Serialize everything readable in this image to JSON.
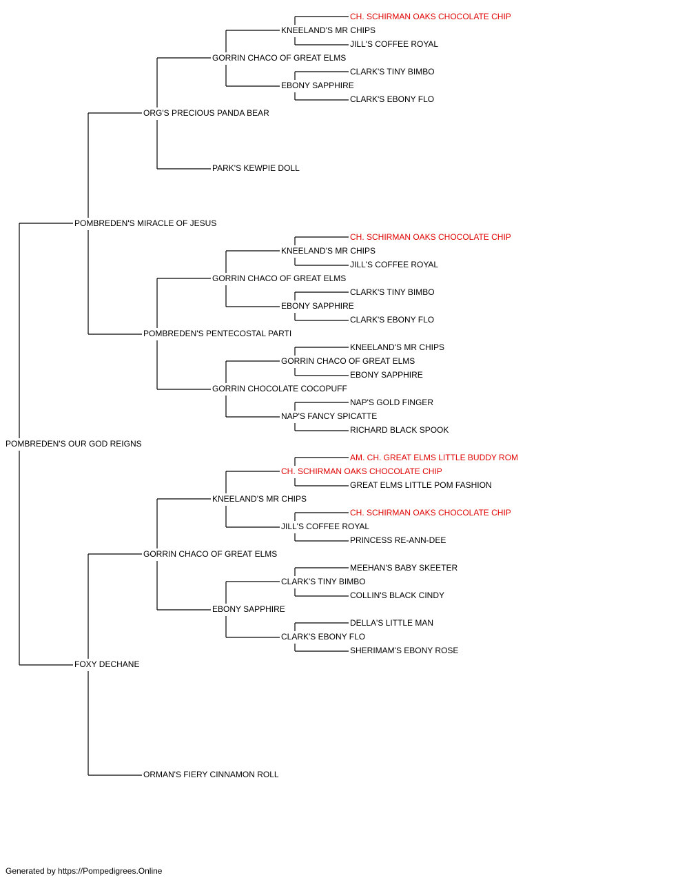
{
  "colors": {
    "line": "#000000",
    "text": "#000000",
    "champion": "#e00000"
  },
  "pedigree": {
    "name": "POMBREDEN'S OUR GOD REIGNS",
    "sire": {
      "name": "POMBREDEN'S MIRACLE OF JESUS",
      "sire": {
        "name": "ORG'S PRECIOUS PANDA BEAR",
        "sire": {
          "name": "GORRIN CHACO OF GREAT ELMS",
          "sire": {
            "name": "KNEELAND'S MR CHIPS",
            "sire": {
              "name": "CH. SCHIRMAN OAKS CHOCOLATE CHIP",
              "champion": true
            },
            "dam": {
              "name": "JILL'S COFFEE ROYAL"
            }
          },
          "dam": {
            "name": "EBONY SAPPHIRE",
            "sire": {
              "name": "CLARK'S TINY BIMBO"
            },
            "dam": {
              "name": "CLARK'S EBONY FLO"
            }
          }
        },
        "dam": {
          "name": "PARK'S KEWPIE DOLL"
        }
      },
      "dam": {
        "name": "POMBREDEN'S PENTECOSTAL PARTI",
        "sire": {
          "name": "GORRIN CHACO OF GREAT ELMS",
          "sire": {
            "name": "KNEELAND'S MR CHIPS",
            "sire": {
              "name": "CH. SCHIRMAN OAKS CHOCOLATE CHIP",
              "champion": true
            },
            "dam": {
              "name": "JILL'S COFFEE ROYAL"
            }
          },
          "dam": {
            "name": "EBONY SAPPHIRE",
            "sire": {
              "name": "CLARK'S TINY BIMBO"
            },
            "dam": {
              "name": "CLARK'S EBONY FLO"
            }
          }
        },
        "dam": {
          "name": "GORRIN CHOCOLATE COCOPUFF",
          "sire": {
            "name": "GORRIN CHACO OF GREAT ELMS",
            "sire": {
              "name": "KNEELAND'S MR CHIPS"
            },
            "dam": {
              "name": "EBONY SAPPHIRE"
            }
          },
          "dam": {
            "name": "NAP'S FANCY SPICATTE",
            "sire": {
              "name": "NAP'S GOLD FINGER"
            },
            "dam": {
              "name": "RICHARD BLACK SPOOK"
            }
          }
        }
      }
    },
    "dam": {
      "name": "FOXY DECHANE",
      "sire": {
        "name": "GORRIN CHACO OF GREAT ELMS",
        "sire": {
          "name": "KNEELAND'S MR CHIPS",
          "sire": {
            "name": "CH. SCHIRMAN OAKS CHOCOLATE CHIP",
            "champion": true,
            "sire": {
              "name": "AM. CH. GREAT ELMS LITTLE BUDDY ROM",
              "champion": true
            },
            "dam": {
              "name": "GREAT ELMS LITTLE POM FASHION"
            }
          },
          "dam": {
            "name": "JILL'S COFFEE ROYAL",
            "sire": {
              "name": "CH. SCHIRMAN OAKS CHOCOLATE CHIP",
              "champion": true
            },
            "dam": {
              "name": "PRINCESS RE-ANN-DEE"
            }
          }
        },
        "dam": {
          "name": "EBONY SAPPHIRE",
          "sire": {
            "name": "CLARK'S TINY BIMBO",
            "sire": {
              "name": "MEEHAN'S BABY SKEETER"
            },
            "dam": {
              "name": "COLLIN'S BLACK CINDY"
            }
          },
          "dam": {
            "name": "CLARK'S EBONY FLO",
            "sire": {
              "name": "DELLA'S LITTLE MAN"
            },
            "dam": {
              "name": "SHERIMAM'S EBONY ROSE"
            }
          }
        }
      },
      "dam": {
        "name": "ORMAN'S FIERY CINNAMON ROLL"
      }
    }
  },
  "footer": {
    "text": "Generated by https://Pompedigrees.Online"
  }
}
